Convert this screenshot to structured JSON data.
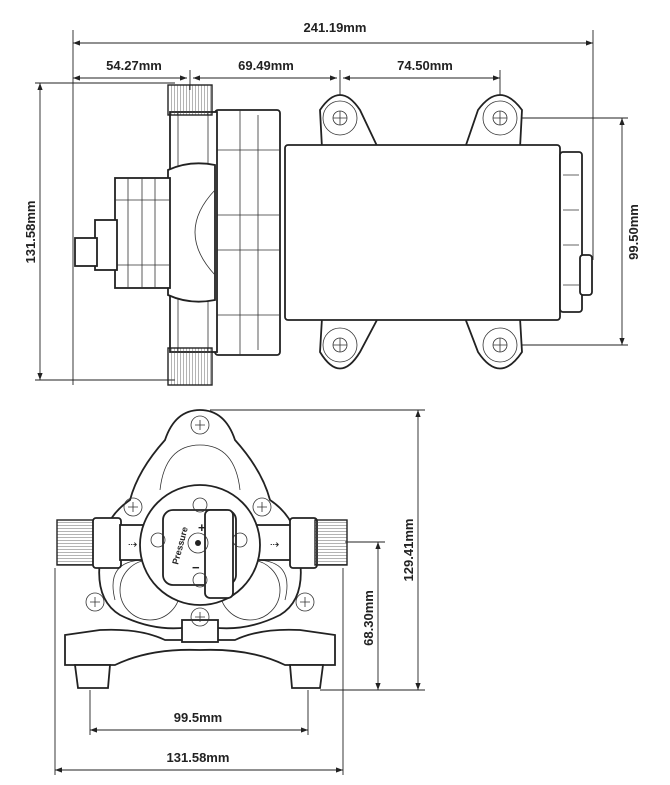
{
  "top_view": {
    "overall_length": "241.19mm",
    "segment_inlet": "54.27mm",
    "segment_head_to_foot": "69.49mm",
    "segment_foot_spacing": "74.50mm",
    "overall_width": "131.58mm",
    "foot_spacing": "99.50mm"
  },
  "front_view": {
    "overall_height": "129.41mm",
    "port_height": "68.30mm",
    "foot_spacing": "99.5mm",
    "overall_width": "131.58mm",
    "switch_label": "Pressure",
    "plus_sign": "+",
    "minus_sign": "−"
  }
}
